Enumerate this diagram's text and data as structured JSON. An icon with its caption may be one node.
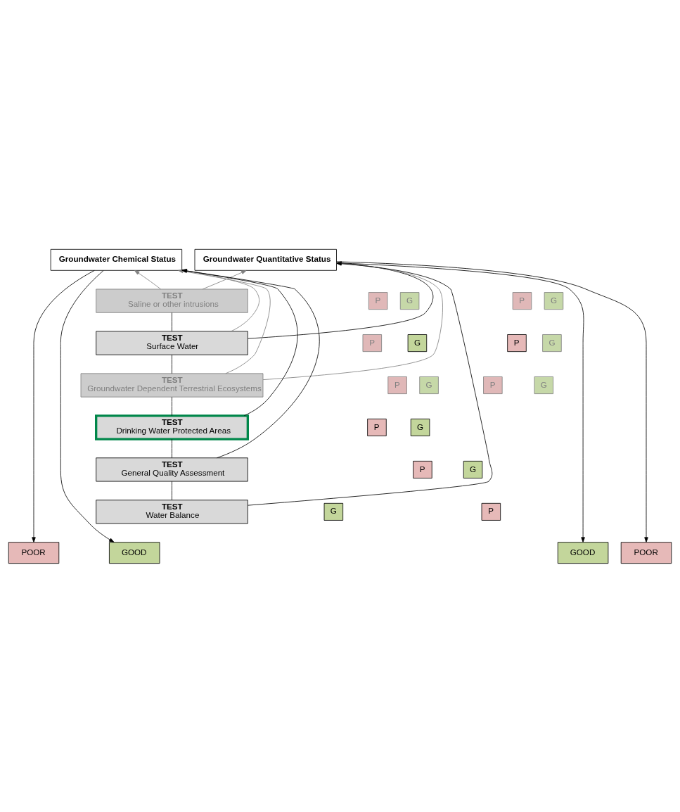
{
  "diagram": {
    "nodes": [
      {
        "text": [
          "Groundwater Chemical Status"
        ]
      },
      {
        "text": [
          "Groundwater Quantitative Status"
        ]
      },
      {
        "text": [
          "G"
        ]
      },
      {
        "text": [
          "P"
        ]
      },
      {
        "text": [
          "TEST",
          "Saline or other intrusions"
        ]
      },
      {
        "text": [
          "G"
        ]
      },
      {
        "text": [
          "P"
        ]
      },
      {
        "text": [
          "G"
        ]
      },
      {
        "text": [
          "P"
        ]
      },
      {
        "text": [
          "TEST",
          "Surface Water"
        ]
      },
      {
        "text": [
          "G"
        ]
      },
      {
        "text": [
          "P"
        ]
      },
      {
        "text": [
          "G"
        ]
      },
      {
        "text": [
          "P"
        ]
      },
      {
        "text": [
          "TEST",
          "Groundwater Dependent Terrestrial Ecosystems"
        ]
      },
      {
        "text": [
          "G"
        ]
      },
      {
        "text": [
          "P"
        ]
      },
      {
        "text": [
          "G"
        ]
      },
      {
        "text": [
          "P"
        ]
      },
      {
        "text": [
          "TEST",
          "Drinking Water Protected Areas"
        ]
      },
      {
        "text": [
          "G"
        ]
      },
      {
        "text": [
          "P"
        ]
      },
      {
        "text": [
          "TEST",
          "General Quality Assessment"
        ]
      },
      {
        "text": [
          "TEST",
          "Water Balance"
        ]
      },
      {
        "text": [
          "G"
        ]
      },
      {
        "text": [
          "P"
        ]
      },
      {
        "text": [
          "GOOD"
        ]
      },
      {
        "text": [
          "POOR"
        ]
      },
      {
        "text": [
          "GOOD"
        ]
      },
      {
        "text": [
          "POOR"
        ]
      }
    ],
    "edges": [
      {
        "from": 0,
        "to": 26,
        "arrow": "to"
      },
      {
        "from": 0,
        "to": 27,
        "arrow": "to"
      },
      {
        "from": 1,
        "to": 28,
        "arrow": "to"
      },
      {
        "from": 1,
        "to": 29,
        "arrow": "to"
      },
      {
        "from": 4,
        "to": 0,
        "arrow": "to",
        "color": "#808080"
      },
      {
        "from": 4,
        "to": 1,
        "arrow": "to",
        "color": "#808080"
      },
      {
        "from": 9,
        "to": 0,
        "arrow": "to",
        "color": "#808080"
      },
      {
        "from": 9,
        "to": 1,
        "arrow": "to"
      },
      {
        "from": 14,
        "to": 0,
        "arrow": "to",
        "color": "#808080"
      },
      {
        "from": 14,
        "to": 1,
        "arrow": "to",
        "color": "#808080"
      },
      {
        "from": 19,
        "to": 0,
        "arrow": "to"
      },
      {
        "from": 22,
        "to": 0,
        "arrow": "to"
      },
      {
        "from": 23,
        "to": 1,
        "arrow": "to"
      },
      {
        "from": 4,
        "to": 9,
        "arrow": "none"
      },
      {
        "from": 9,
        "to": 14,
        "arrow": "none"
      },
      {
        "from": 14,
        "to": 19,
        "arrow": "none"
      },
      {
        "from": 19,
        "to": 22,
        "arrow": "none"
      },
      {
        "from": 22,
        "to": 23,
        "arrow": "none"
      }
    ]
  }
}
